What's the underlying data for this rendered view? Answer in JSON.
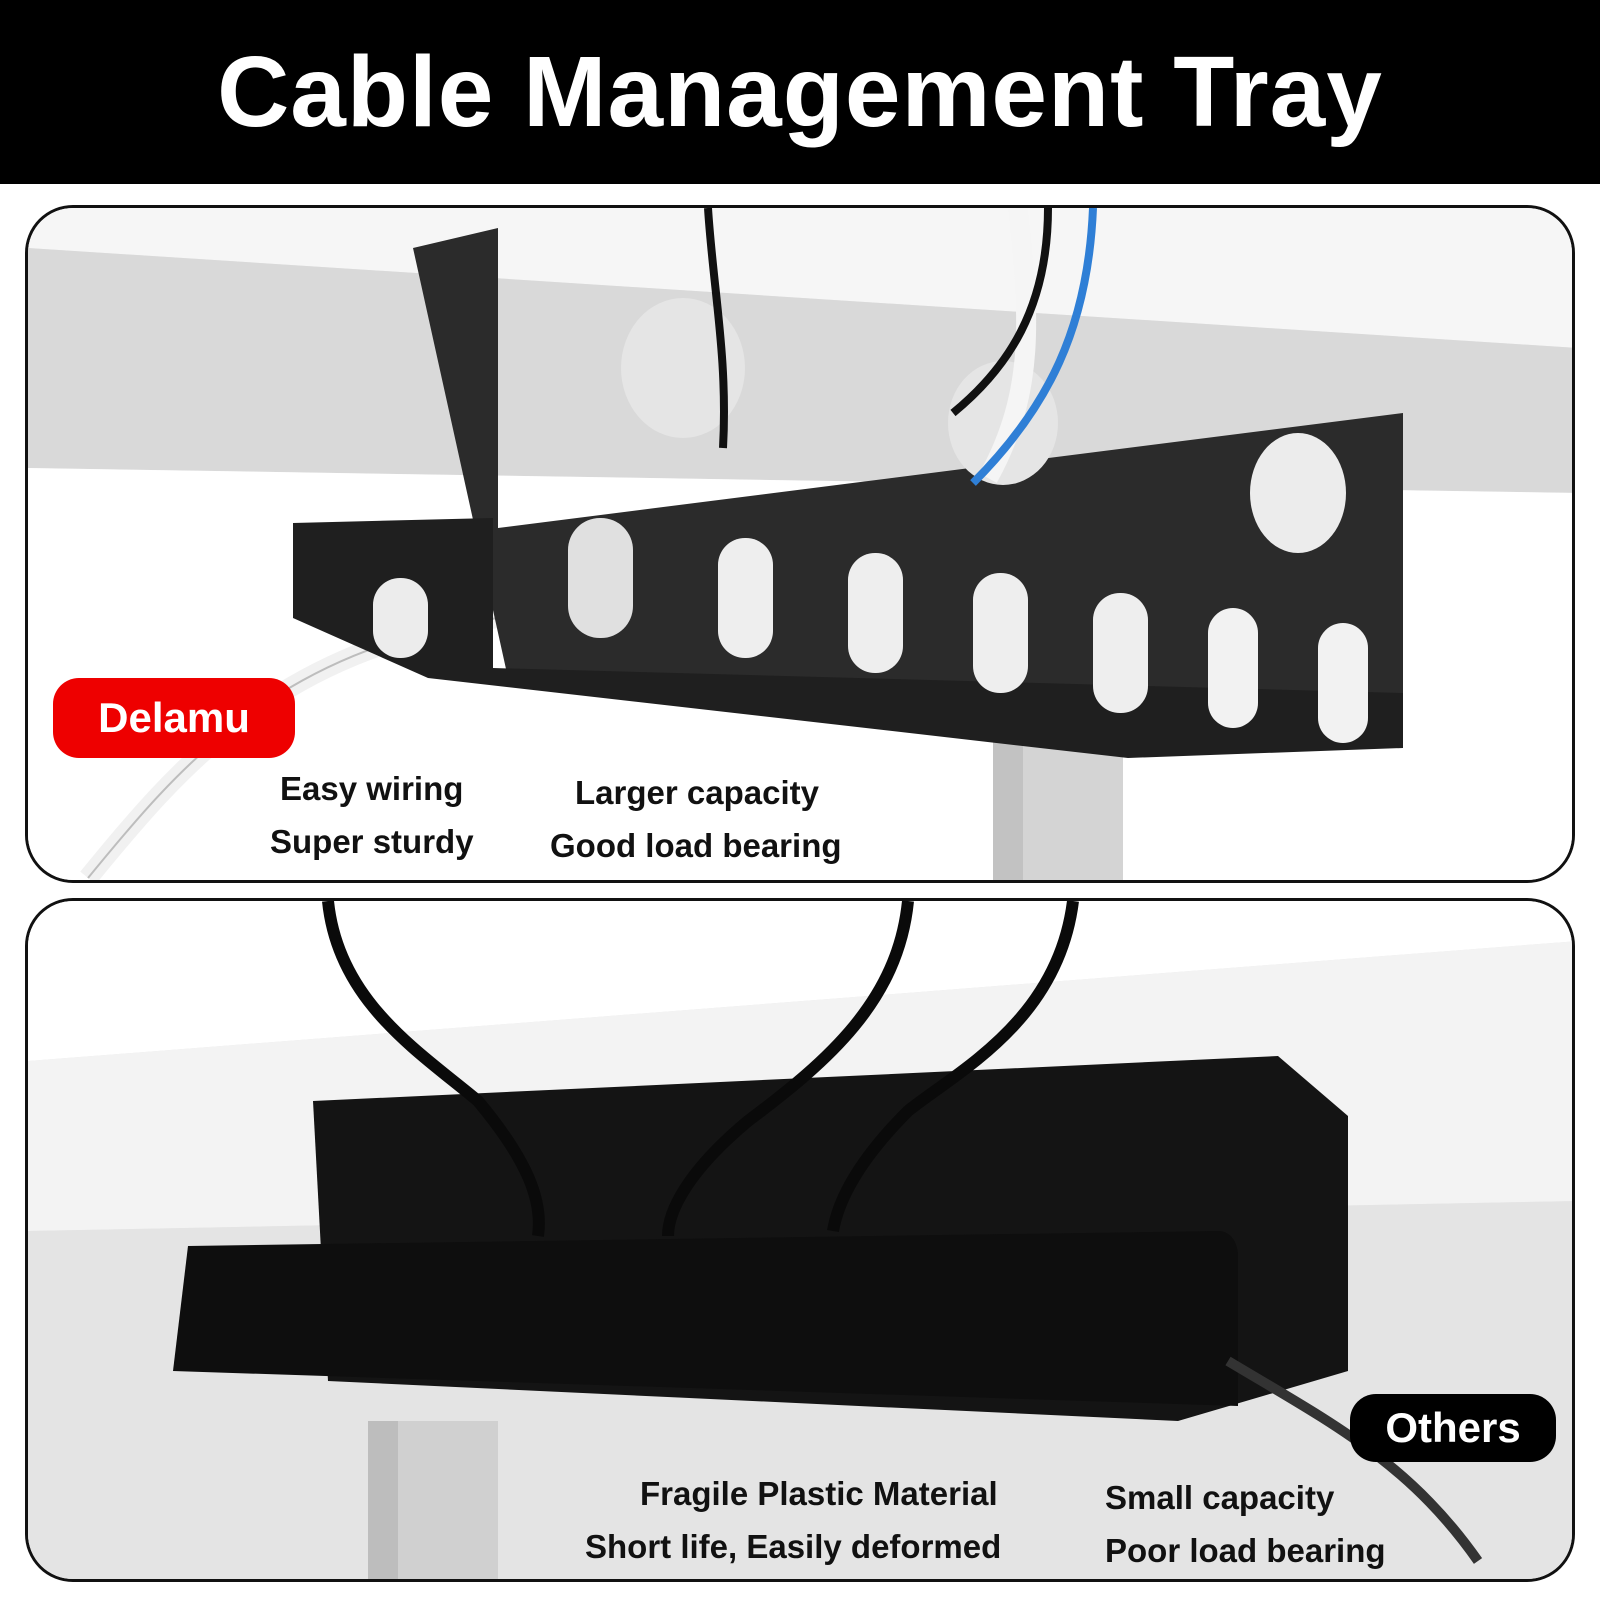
{
  "title": "Cable Management Tray",
  "comparison": {
    "ours": {
      "brand": "Delamu",
      "features": [
        "Easy wiring",
        "Super sturdy",
        "Larger capacity",
        "Good load bearing"
      ]
    },
    "others": {
      "label": "Others",
      "features": [
        "Fragile Plastic Material",
        "Short life, Easily deformed",
        "Small capacity",
        "Poor load bearing"
      ]
    }
  },
  "colors": {
    "header_bg": "#000000",
    "brand_badge": "#ee0000",
    "others_badge": "#000000",
    "tray_metal": "#2a2a2a"
  }
}
